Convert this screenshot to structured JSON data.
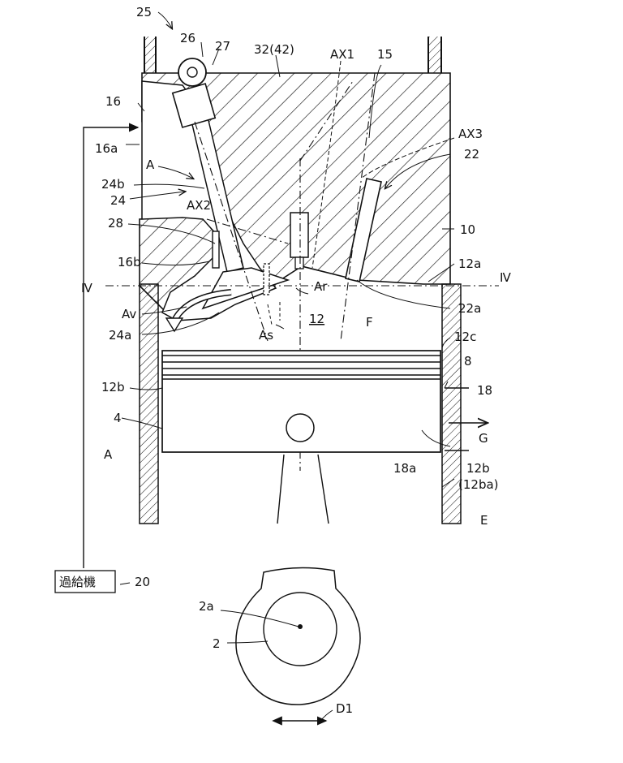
{
  "labels": {
    "l25": "25",
    "l26": "26",
    "l27": "27",
    "l32": "32(42)",
    "lAX1": "AX1",
    "l15": "15",
    "l16": "16",
    "l16a": "16a",
    "lA1": "A",
    "l24b": "24b",
    "l24": "24",
    "lAX2": "AX2",
    "l28": "28",
    "l16b": "16b",
    "lIVL": "Ⅳ",
    "lIVR": "Ⅳ",
    "lAv": "Av",
    "l24a": "24a",
    "lAX3": "AX3",
    "l22": "22",
    "l10": "10",
    "l12a": "12a",
    "lAr": "Ar",
    "l22a": "22a",
    "lAs": "As",
    "l12": "12",
    "lF": "F",
    "l12c": "12c",
    "l8": "8",
    "l12b1": "12b",
    "l18": "18",
    "l4": "4",
    "lG": "G",
    "lA2": "A",
    "l18a": "18a",
    "l12b2": "12b",
    "l12ba": "(12ba)",
    "lE": "E",
    "lSC": "過給機",
    "l20": "20",
    "l2a": "2a",
    "l2": "2",
    "lD1": "D1"
  }
}
